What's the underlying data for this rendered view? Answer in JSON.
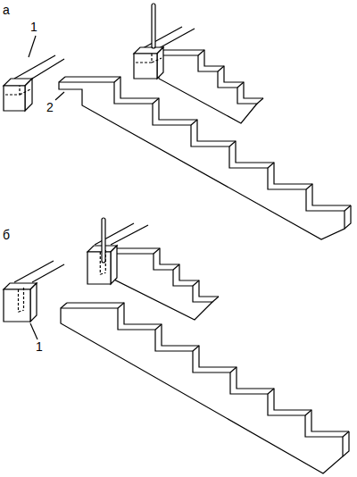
{
  "diagram": {
    "labels": [
      "а",
      "1",
      "2",
      "б",
      "1"
    ]
  }
}
